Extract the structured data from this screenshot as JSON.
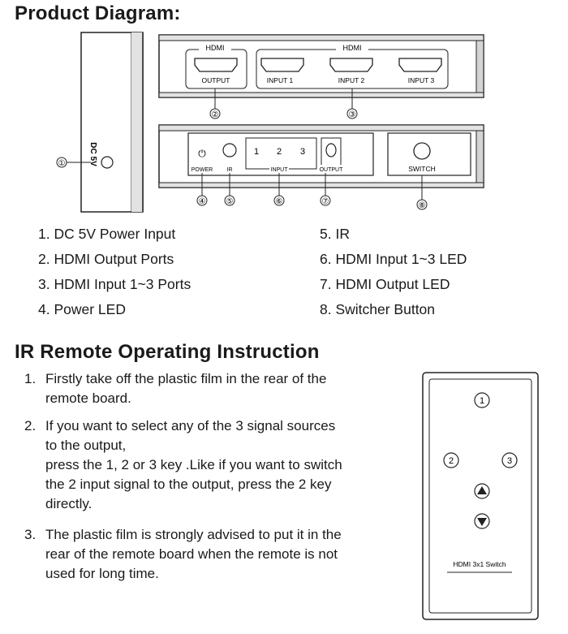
{
  "headings": {
    "product_diagram": "Product Diagram:",
    "ir_remote": "IR Remote Operating Instruction"
  },
  "side_view": {
    "label": "DC 5V",
    "callout": "①"
  },
  "back_panel": {
    "group1_label": "HDMI",
    "group2_label": "HDMI",
    "ports": [
      "OUTPUT",
      "INPUT 1",
      "INPUT 2",
      "INPUT 3"
    ],
    "callouts": [
      "②",
      "③"
    ]
  },
  "front_panel": {
    "power_icon": "power-icon",
    "power_label": "POWER",
    "ir_label": "IR",
    "led_numbers": [
      "1",
      "2",
      "3"
    ],
    "input_label": "INPUT",
    "output_label": "OUTPUT",
    "switch_label": "SWITCH",
    "callouts": [
      "④",
      "⑤",
      "⑥",
      "⑦",
      "⑧"
    ]
  },
  "legend": {
    "left": [
      "1.  DC 5V Power Input",
      "2.  HDMI Output Ports",
      "3.  HDMI Input 1~3 Ports",
      "4.  Power LED"
    ],
    "right": [
      "5.  IR",
      "6.  HDMI Input 1~3 LED",
      "7.  HDMI Output LED",
      "8.  Switcher Button"
    ]
  },
  "instructions": [
    {
      "num": "1.",
      "lines": [
        "Firstly take off the plastic film in the rear of the",
        "remote board."
      ]
    },
    {
      "num": "2.",
      "lines": [
        "If you want to select any of the 3 signal sources",
        "to the output,",
        "press the 1, 2 or 3 key .Like if you want to switch",
        "the 2 input signal to the output, press the 2 key",
        "directly."
      ]
    },
    {
      "num": "3.",
      "lines": [
        "The plastic film is strongly advised to put it in the",
        "rear of the remote board when the remote is not",
        "used for long time."
      ]
    }
  ],
  "remote": {
    "key1": "1",
    "key2": "2",
    "key3": "3",
    "up_icon": "up-arrow-icon",
    "down_icon": "down-arrow-icon",
    "label": "HDMI 3x1 Switch"
  }
}
